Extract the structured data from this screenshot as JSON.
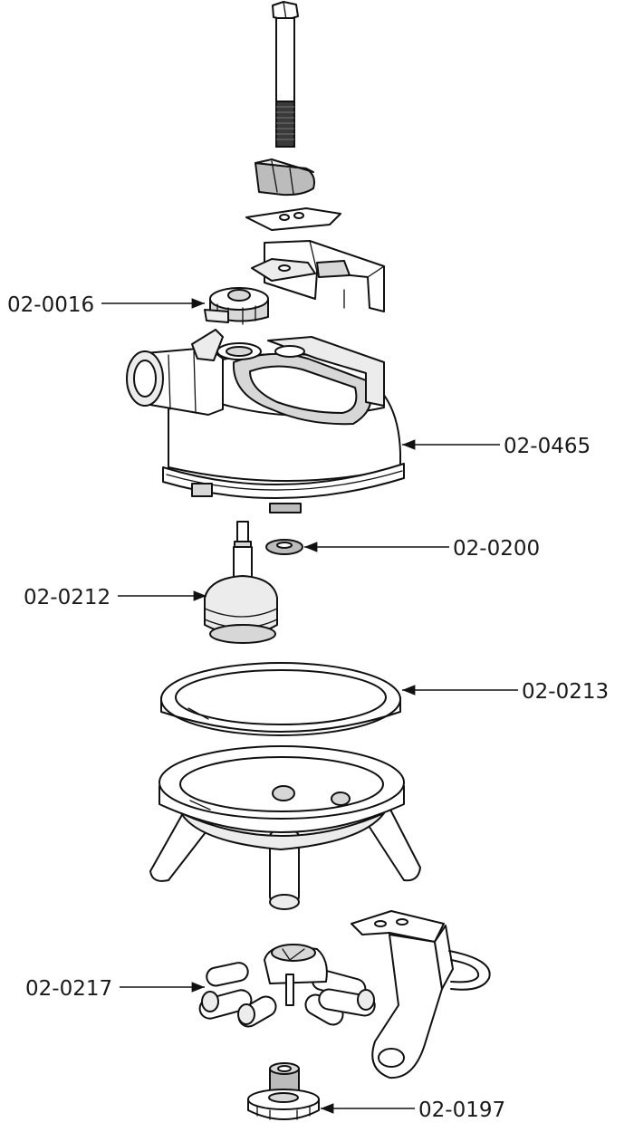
{
  "colors": {
    "line": "#111111",
    "background": "#ffffff",
    "shade": "#d7d7d7"
  },
  "labels": {
    "p0016": "02-0016",
    "p0465": "02-0465",
    "p0200": "02-0200",
    "p0212": "02-0212",
    "p0213": "02-0213",
    "p0217": "02-0217",
    "p0197": "02-0197"
  }
}
